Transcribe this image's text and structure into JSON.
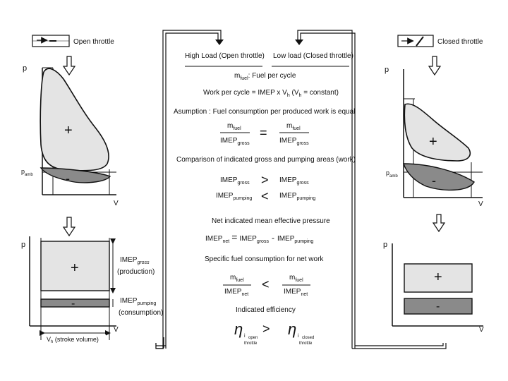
{
  "left": {
    "legend_label": "Open throttle",
    "p_label": "p",
    "v_label": "V",
    "pamb_label": "p",
    "pamb_sub": "amb",
    "plus": "+",
    "minus": "-",
    "lower": {
      "p_label": "p",
      "v_label": "V",
      "plus": "+",
      "minus": "-",
      "imep_gross": "IMEP",
      "imep_gross_sub": "gross",
      "production": "(production)",
      "imep_pumping": "IMEP",
      "imep_pumping_sub": "pumping",
      "consumption": "(consumption)",
      "vh": "V",
      "vh_sub": "h",
      "stroke_volume": " (stroke volume)"
    }
  },
  "right": {
    "legend_label": "Closed throttle",
    "p_label": "p",
    "v_label": "V",
    "pamb_label": "p",
    "pamb_sub": "amb",
    "plus": "+",
    "minus": "-",
    "lower": {
      "p_label": "p",
      "v_label": "V",
      "plus": "+",
      "minus": "-"
    }
  },
  "center": {
    "high_load": "High Load (Open throttle)",
    "low_load": "Low load (Closed throttle)",
    "mfuel_prefix": "m",
    "mfuel_sub": "fuel",
    "mfuel_rest": ": Fuel per cycle",
    "work_a": "Work per cycle = IMEP x V",
    "work_sub": "h",
    "work_b": "  (V",
    "work_sub2": "h",
    "work_c": " = constant)",
    "assumption": "Asumption : Fuel consumption per produced work is equal",
    "frac_num": "m",
    "frac_num_sub": "fuel",
    "frac_den": "IMEP",
    "frac_den_sub": "gross",
    "eq_sign": "=",
    "comparison": "Comparison of indicated gross and pumping areas (work)",
    "imep": "IMEP",
    "gross": "gross",
    "pumping": "pumping",
    "gt": ">",
    "lt": "<",
    "net_title": "Net indicated mean effective pressure",
    "net": "net",
    "eq": "=",
    "dash": "-",
    "sfc_title": "Specific fuel consumption for net work",
    "eff_title": "Indicated efficiency",
    "eta": "η",
    "eta_sub": "i",
    "open_line1": "open",
    "open_line2": "throttle",
    "closed_line1": "closed",
    "closed_line2": "throttle"
  }
}
